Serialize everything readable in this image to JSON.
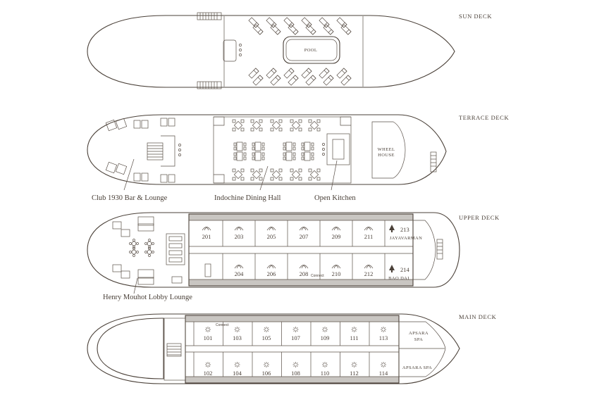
{
  "decks": {
    "sun": {
      "title": "SUN DECK",
      "pool": "POOL"
    },
    "terrace": {
      "title": "TERRACE DECK",
      "wheelhouse_1": "WHEEL",
      "wheelhouse_2": "HOUSE",
      "bar": "Club 1930 Bar & Lounge",
      "dining": "Indochine Dining Hall",
      "kitchen": "Open Kitchen"
    },
    "upper": {
      "title": "UPPER DECK",
      "lobby": "Henry Mouhot Lobby Lounge",
      "connect": "Connect",
      "rooms_top": [
        "201",
        "203",
        "205",
        "207",
        "209",
        "211"
      ],
      "rooms_bottom": [
        "204",
        "206",
        "208",
        "210",
        "212"
      ],
      "suite_top_no": "213",
      "suite_top_name": "JAYAVARMAN",
      "suite_bottom_no": "214",
      "suite_bottom_name": "BAO DAI"
    },
    "main": {
      "title": "MAIN DECK",
      "connect": "Connect",
      "rooms_top": [
        "101",
        "103",
        "105",
        "107",
        "109",
        "111",
        "113"
      ],
      "rooms_bottom": [
        "102",
        "104",
        "106",
        "108",
        "110",
        "112",
        "114"
      ],
      "spa_top_1": "APSARA",
      "spa_top_2": "SPA",
      "spa_bottom": "APSARA SPA"
    }
  }
}
